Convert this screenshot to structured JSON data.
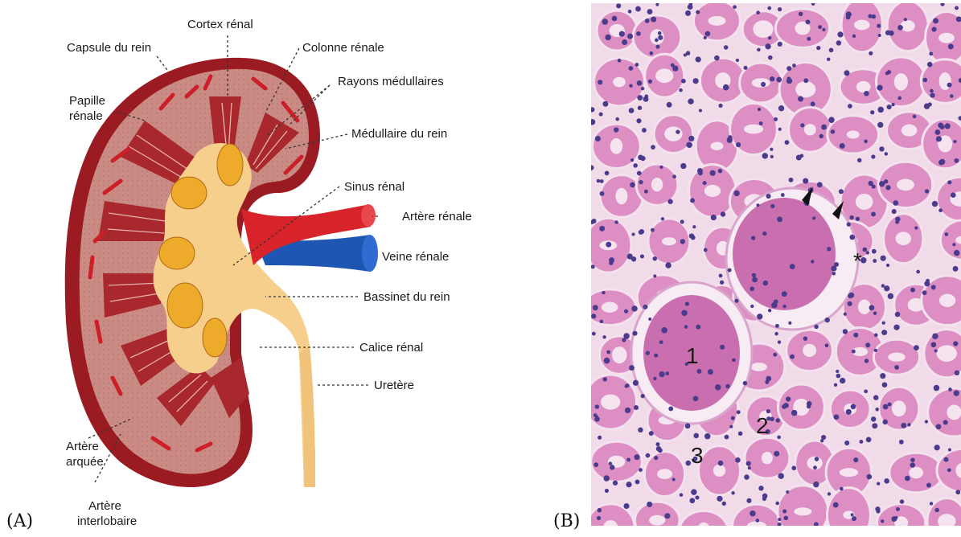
{
  "panel_a": {
    "tag": "(A)",
    "labels": {
      "cortex": "Cortex rénal",
      "capsule": "Capsule du rein",
      "colonne": "Colonne rénale",
      "rayons": "Rayons médullaires",
      "papille_1": "Papille",
      "papille_2": "rénale",
      "medullaire": "Médullaire du rein",
      "sinus": "Sinus rénal",
      "artere_renale": "Artère rénale",
      "veine_renale": "Veine rénale",
      "bassinet": "Bassinet du rein",
      "calice": "Calice rénal",
      "uretere": "Uretère",
      "arquee_1": "Artère",
      "arquee_2": "arquée",
      "interlobaire_1": "Artère",
      "interlobaire_2": "interlobaire"
    },
    "colors": {
      "capsule": "#9a1c22",
      "parenchyma": "#c98b83",
      "pyramid": "#a8282e",
      "sinus_fat": "#f6cf8c",
      "calyx": "#eeaa2a",
      "artery": "#d8232a",
      "vein": "#1d57b3"
    }
  },
  "panel_b": {
    "tag": "(B)",
    "labels": {
      "n1": "1",
      "n2": "2",
      "n3": "3",
      "asterisk": "*"
    },
    "colors": {
      "stroma": "#f1dbe9",
      "tubule": "#dd8fc4",
      "nucleus": "#4b3b8c"
    }
  }
}
